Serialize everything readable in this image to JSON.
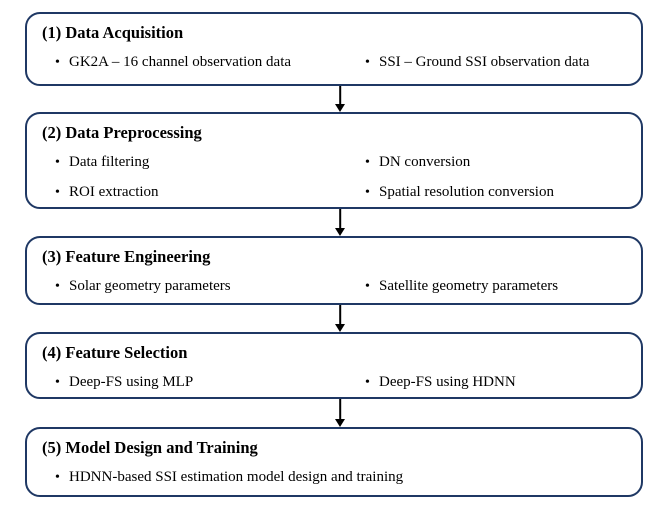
{
  "diagram": {
    "background_color": "#ffffff",
    "box_border_color": "#1f3864",
    "arrow_color": "#000000",
    "text_color": "#000000",
    "steps": [
      {
        "title": "(1) Data Acquisition",
        "columns": [
          [
            "GK2A – 16 channel observation data"
          ],
          [
            "SSI – Ground SSI observation data"
          ]
        ]
      },
      {
        "title": "(2) Data Preprocessing",
        "columns": [
          [
            "Data filtering",
            "ROI extraction"
          ],
          [
            "DN conversion",
            "Spatial resolution conversion"
          ]
        ]
      },
      {
        "title": "(3) Feature Engineering",
        "columns": [
          [
            "Solar geometry parameters"
          ],
          [
            "Satellite geometry parameters"
          ]
        ]
      },
      {
        "title": "(4) Feature Selection",
        "columns": [
          [
            "Deep-FS using MLP"
          ],
          [
            "Deep-FS using HDNN"
          ]
        ]
      },
      {
        "title": "(5) Model Design and Training",
        "columns": [
          [
            "HDNN-based SSI estimation model design and training"
          ]
        ]
      }
    ]
  }
}
